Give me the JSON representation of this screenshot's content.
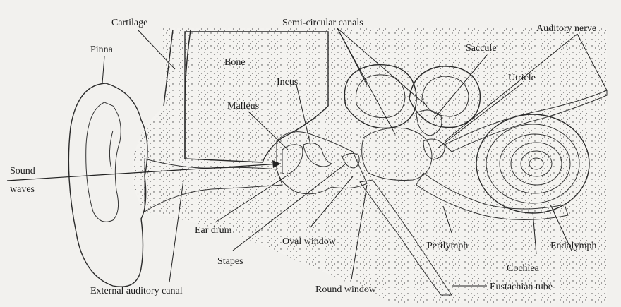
{
  "labels": {
    "cartilage": "Cartilage",
    "pinna": "Pinna",
    "bone": "Bone",
    "semicircular_canals": "Semi-circular canals",
    "auditory_nerve": "Auditory nerve",
    "saccule": "Saccule",
    "incus": "Incus",
    "utricle": "Utricle",
    "malleus": "Malleus",
    "sound": "Sound",
    "waves": "waves",
    "ear_drum": "Ear drum",
    "oval_window": "Oval window",
    "perilymph": "Perilymph",
    "endolymph": "Endolymph",
    "stapes": "Stapes",
    "cochlea": "Cochlea",
    "external_auditory_canal": "External auditory canal",
    "round_window": "Round window",
    "eustachian_tube": "Eustachian tube"
  }
}
